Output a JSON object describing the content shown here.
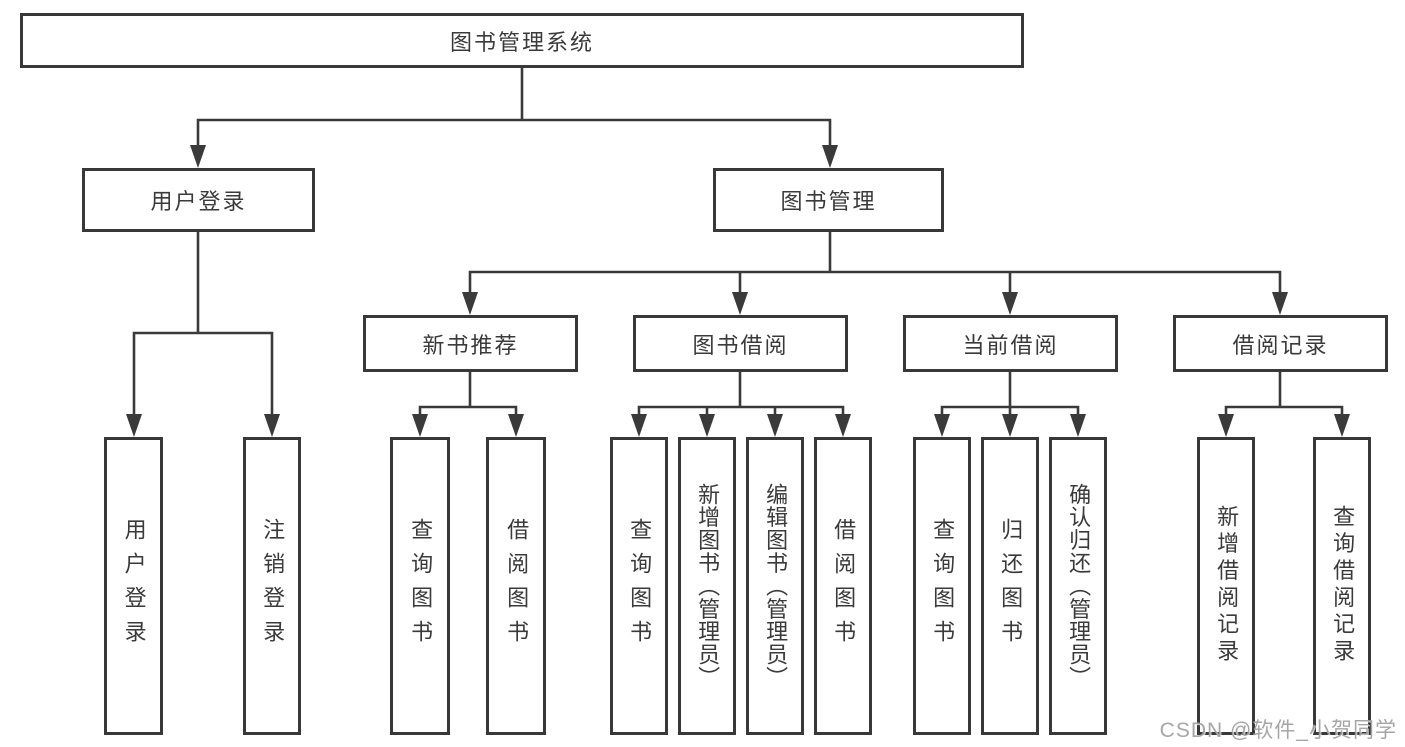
{
  "tree": {
    "root": {
      "label": "图书管理系统",
      "children": [
        {
          "label": "用户登录",
          "children": [
            {
              "label": "用户登录"
            },
            {
              "label": "注销登录"
            }
          ]
        },
        {
          "label": "图书管理",
          "children": [
            {
              "label": "新书推荐",
              "children": [
                {
                  "label": "查询图书"
                },
                {
                  "label": "借阅图书"
                }
              ]
            },
            {
              "label": "图书借阅",
              "children": [
                {
                  "label": "查询图书"
                },
                {
                  "label": "新增图书（管理员）"
                },
                {
                  "label": "编辑图书（管理员）"
                },
                {
                  "label": "借阅图书"
                }
              ]
            },
            {
              "label": "当前借阅",
              "children": [
                {
                  "label": "查询图书"
                },
                {
                  "label": "归还图书"
                },
                {
                  "label": "确认归还（管理员）"
                }
              ]
            },
            {
              "label": "借阅记录",
              "children": [
                {
                  "label": "新增借阅记录"
                },
                {
                  "label": "查询借阅记录"
                }
              ]
            }
          ]
        }
      ]
    }
  },
  "watermark": "CSDN @软件_小贺同学",
  "colors": {
    "line": "#3a3a3a",
    "box_border": "#383838",
    "text": "#3a3a3a",
    "background": "#ffffff",
    "watermark": "#9e9e9e"
  }
}
